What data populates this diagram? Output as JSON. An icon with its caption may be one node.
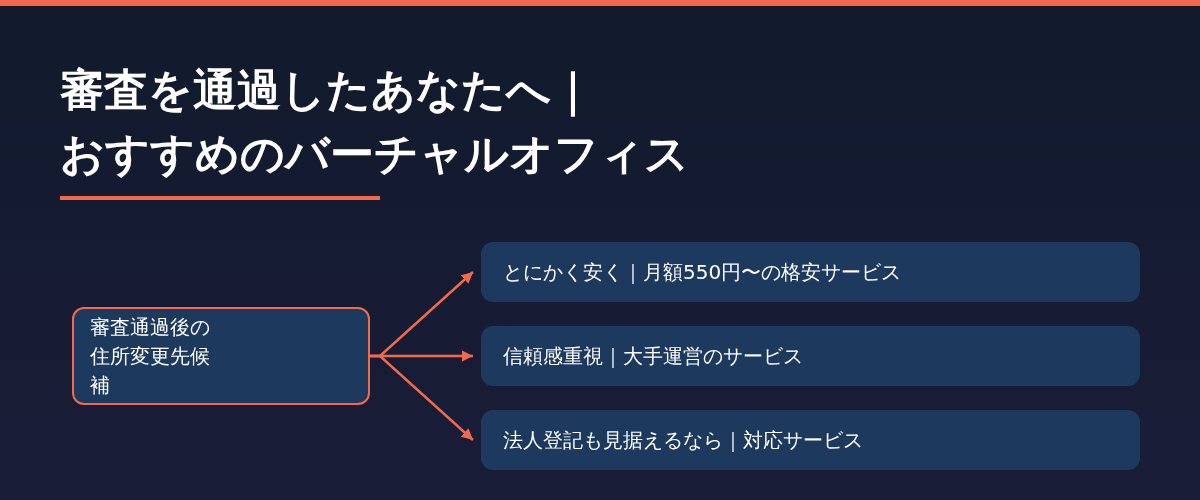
{
  "diagram": {
    "title": "審査を通過したあなたへ｜おすすめのバーチャルオフィス",
    "nodes": [
      {
        "text": [
          "審査通過後の住所変更先候補"
        ]
      },
      {
        "text": [
          "とにかく安く｜月額550円〜の格安サービス"
        ]
      },
      {
        "text": [
          "信頼感重視｜大手運営のサービス"
        ]
      },
      {
        "text": [
          "法人登記も見据えるなら｜対応サービス"
        ]
      }
    ],
    "edges": [
      {
        "from": 0,
        "to": 1,
        "arrow": "to"
      },
      {
        "from": 0,
        "to": 2,
        "arrow": "to"
      },
      {
        "from": 0,
        "to": 3,
        "arrow": "to"
      }
    ]
  }
}
